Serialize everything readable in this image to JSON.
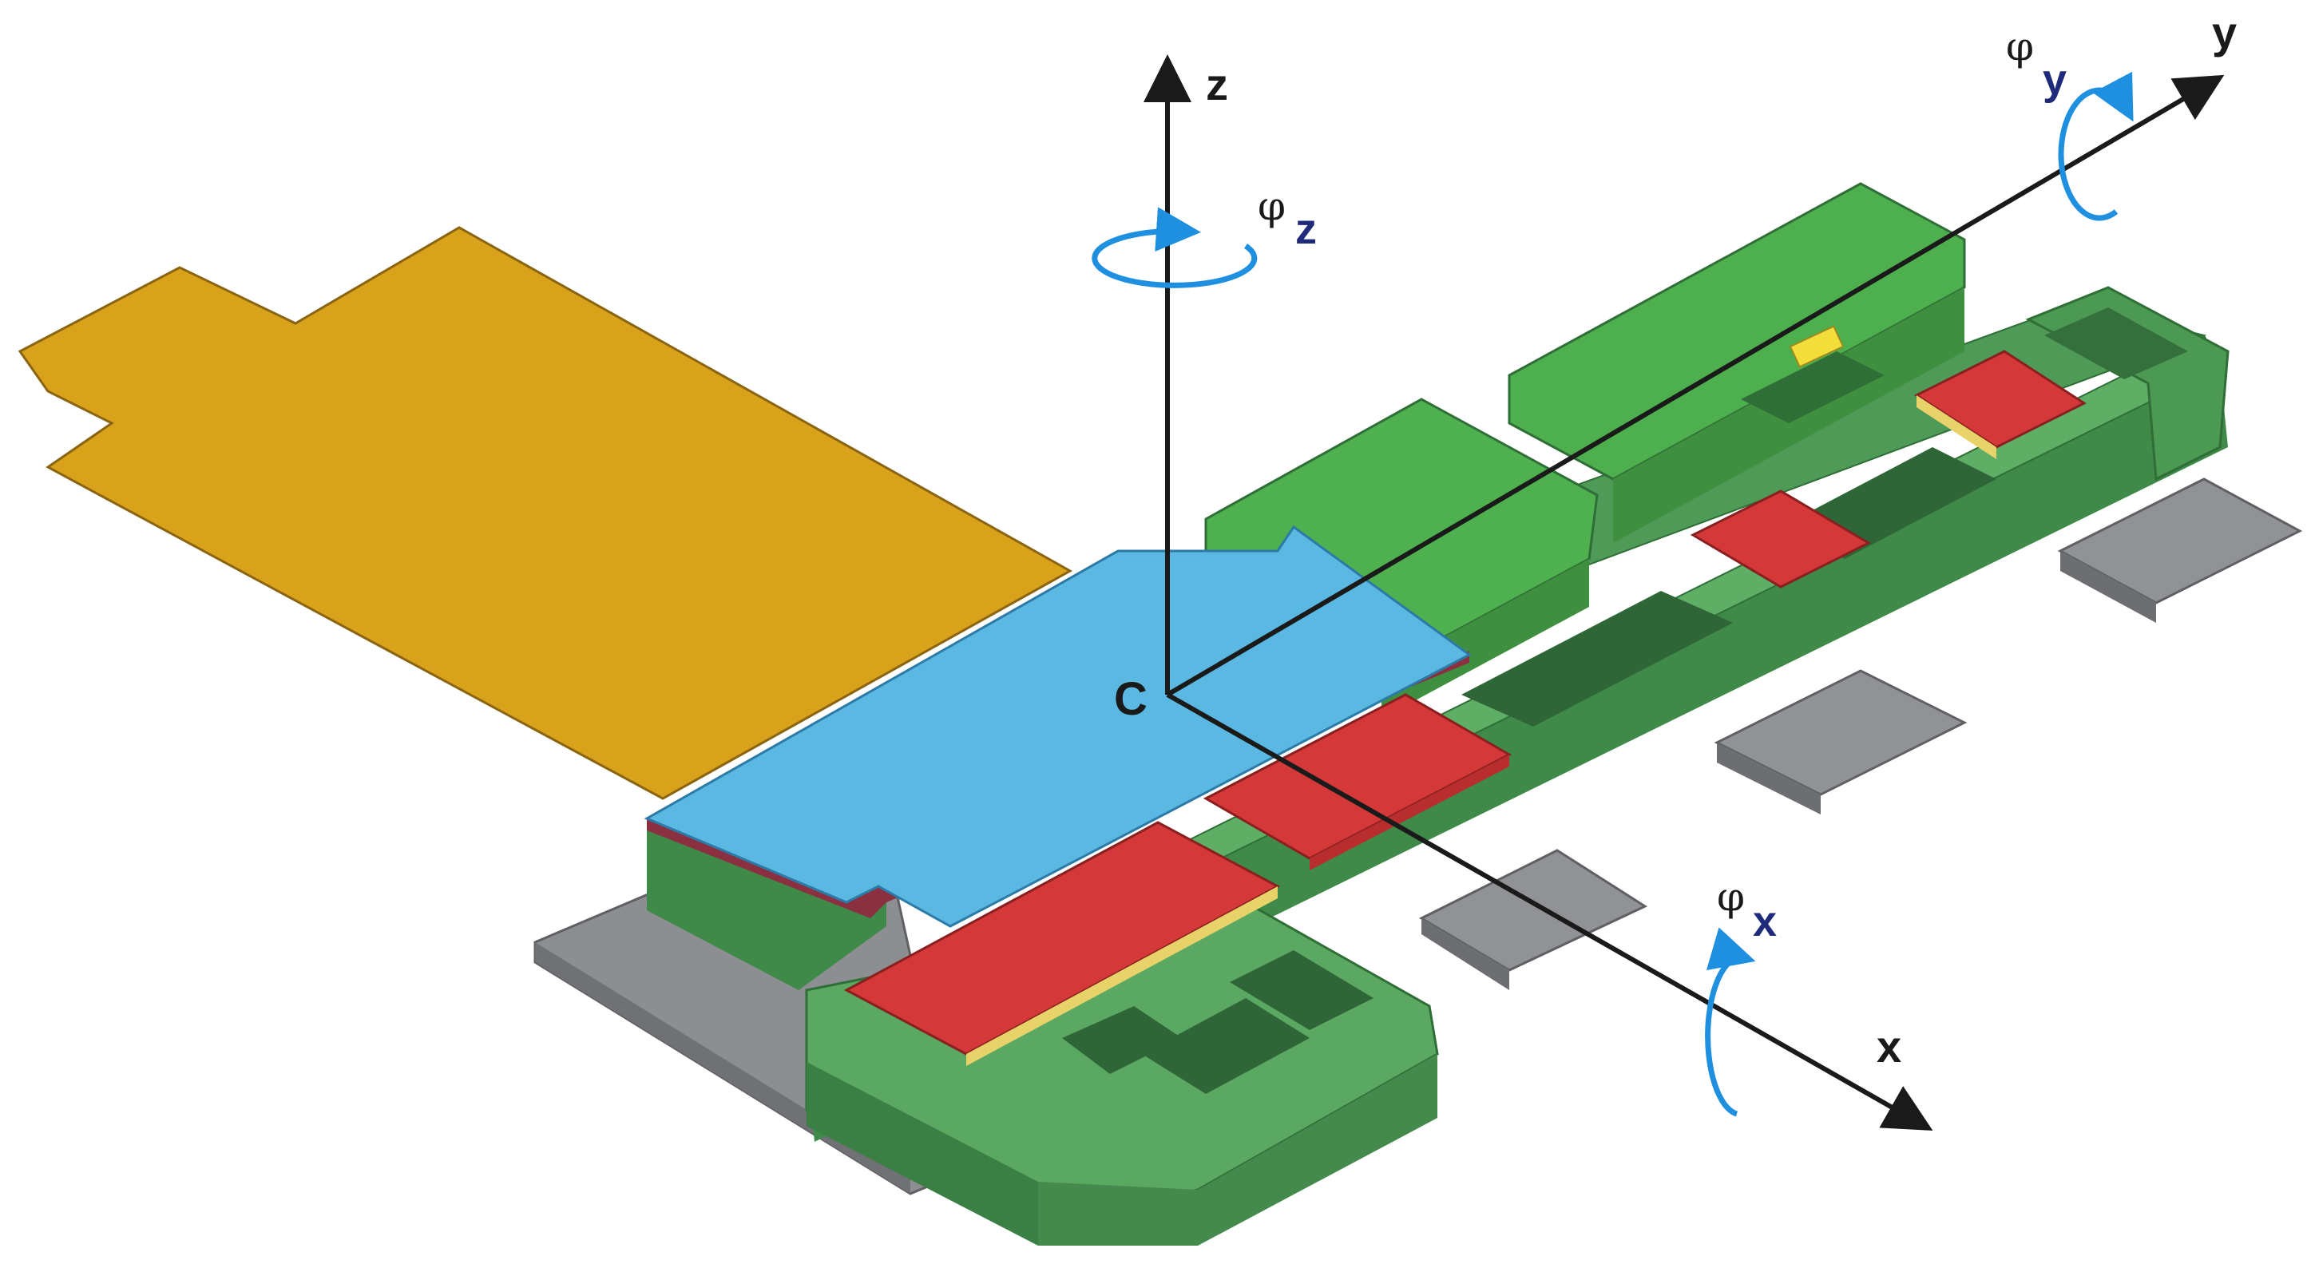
{
  "axes": {
    "z": {
      "label": "z",
      "rotation_symbol": "φ",
      "rotation_sub": "z"
    },
    "y": {
      "label": "y",
      "rotation_symbol": "φ",
      "rotation_sub": "y"
    },
    "x": {
      "label": "x",
      "rotation_symbol": "φ",
      "rotation_sub": "x"
    }
  },
  "origin": {
    "label": "C"
  },
  "colors": {
    "flex_cable": "#d9a21b",
    "top_plate": "#57b6e0",
    "frame": "#53a05a",
    "frame_dark": "#3c7f45",
    "block": "#4caf4c",
    "pad": "#d63a3a",
    "base": "#8a8c8f",
    "rotation_arrow": "#1f8fe0",
    "axis": "#1a1a1a",
    "subscript": "#1f2a7a",
    "small_part": "#f2dd3a"
  }
}
